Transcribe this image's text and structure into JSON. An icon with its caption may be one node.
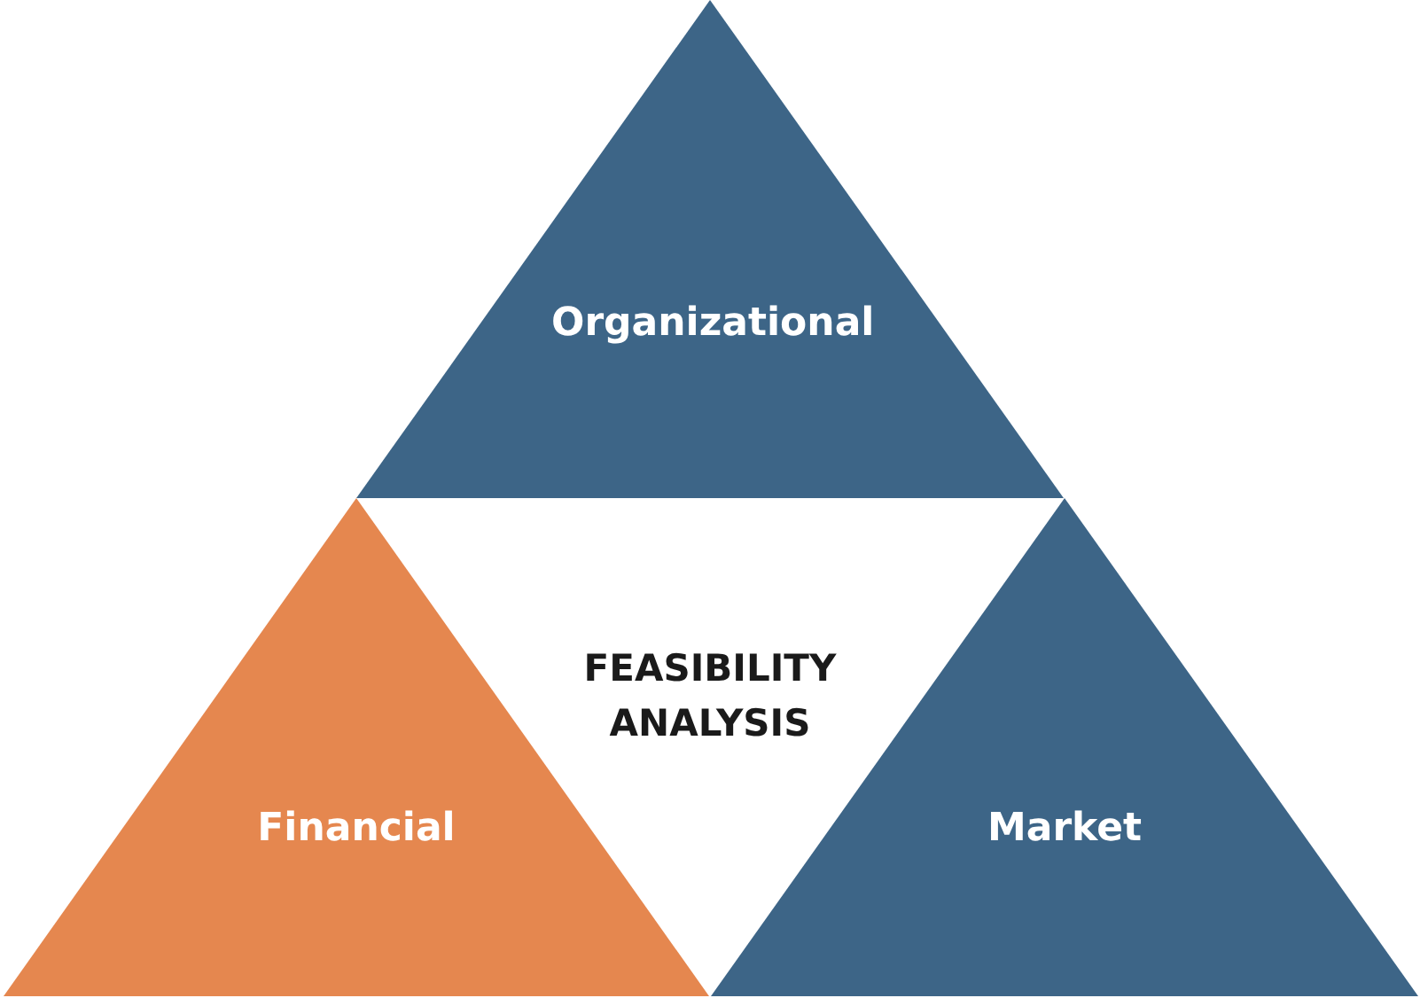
{
  "diagram": {
    "nodes": [
      {
        "text": [
          "Organizational"
        ]
      },
      {
        "text": [
          "FEASIBILITY ANALYSIS"
        ]
      },
      {
        "text": [
          "Financial"
        ]
      },
      {
        "text": [
          "Market"
        ]
      }
    ]
  }
}
